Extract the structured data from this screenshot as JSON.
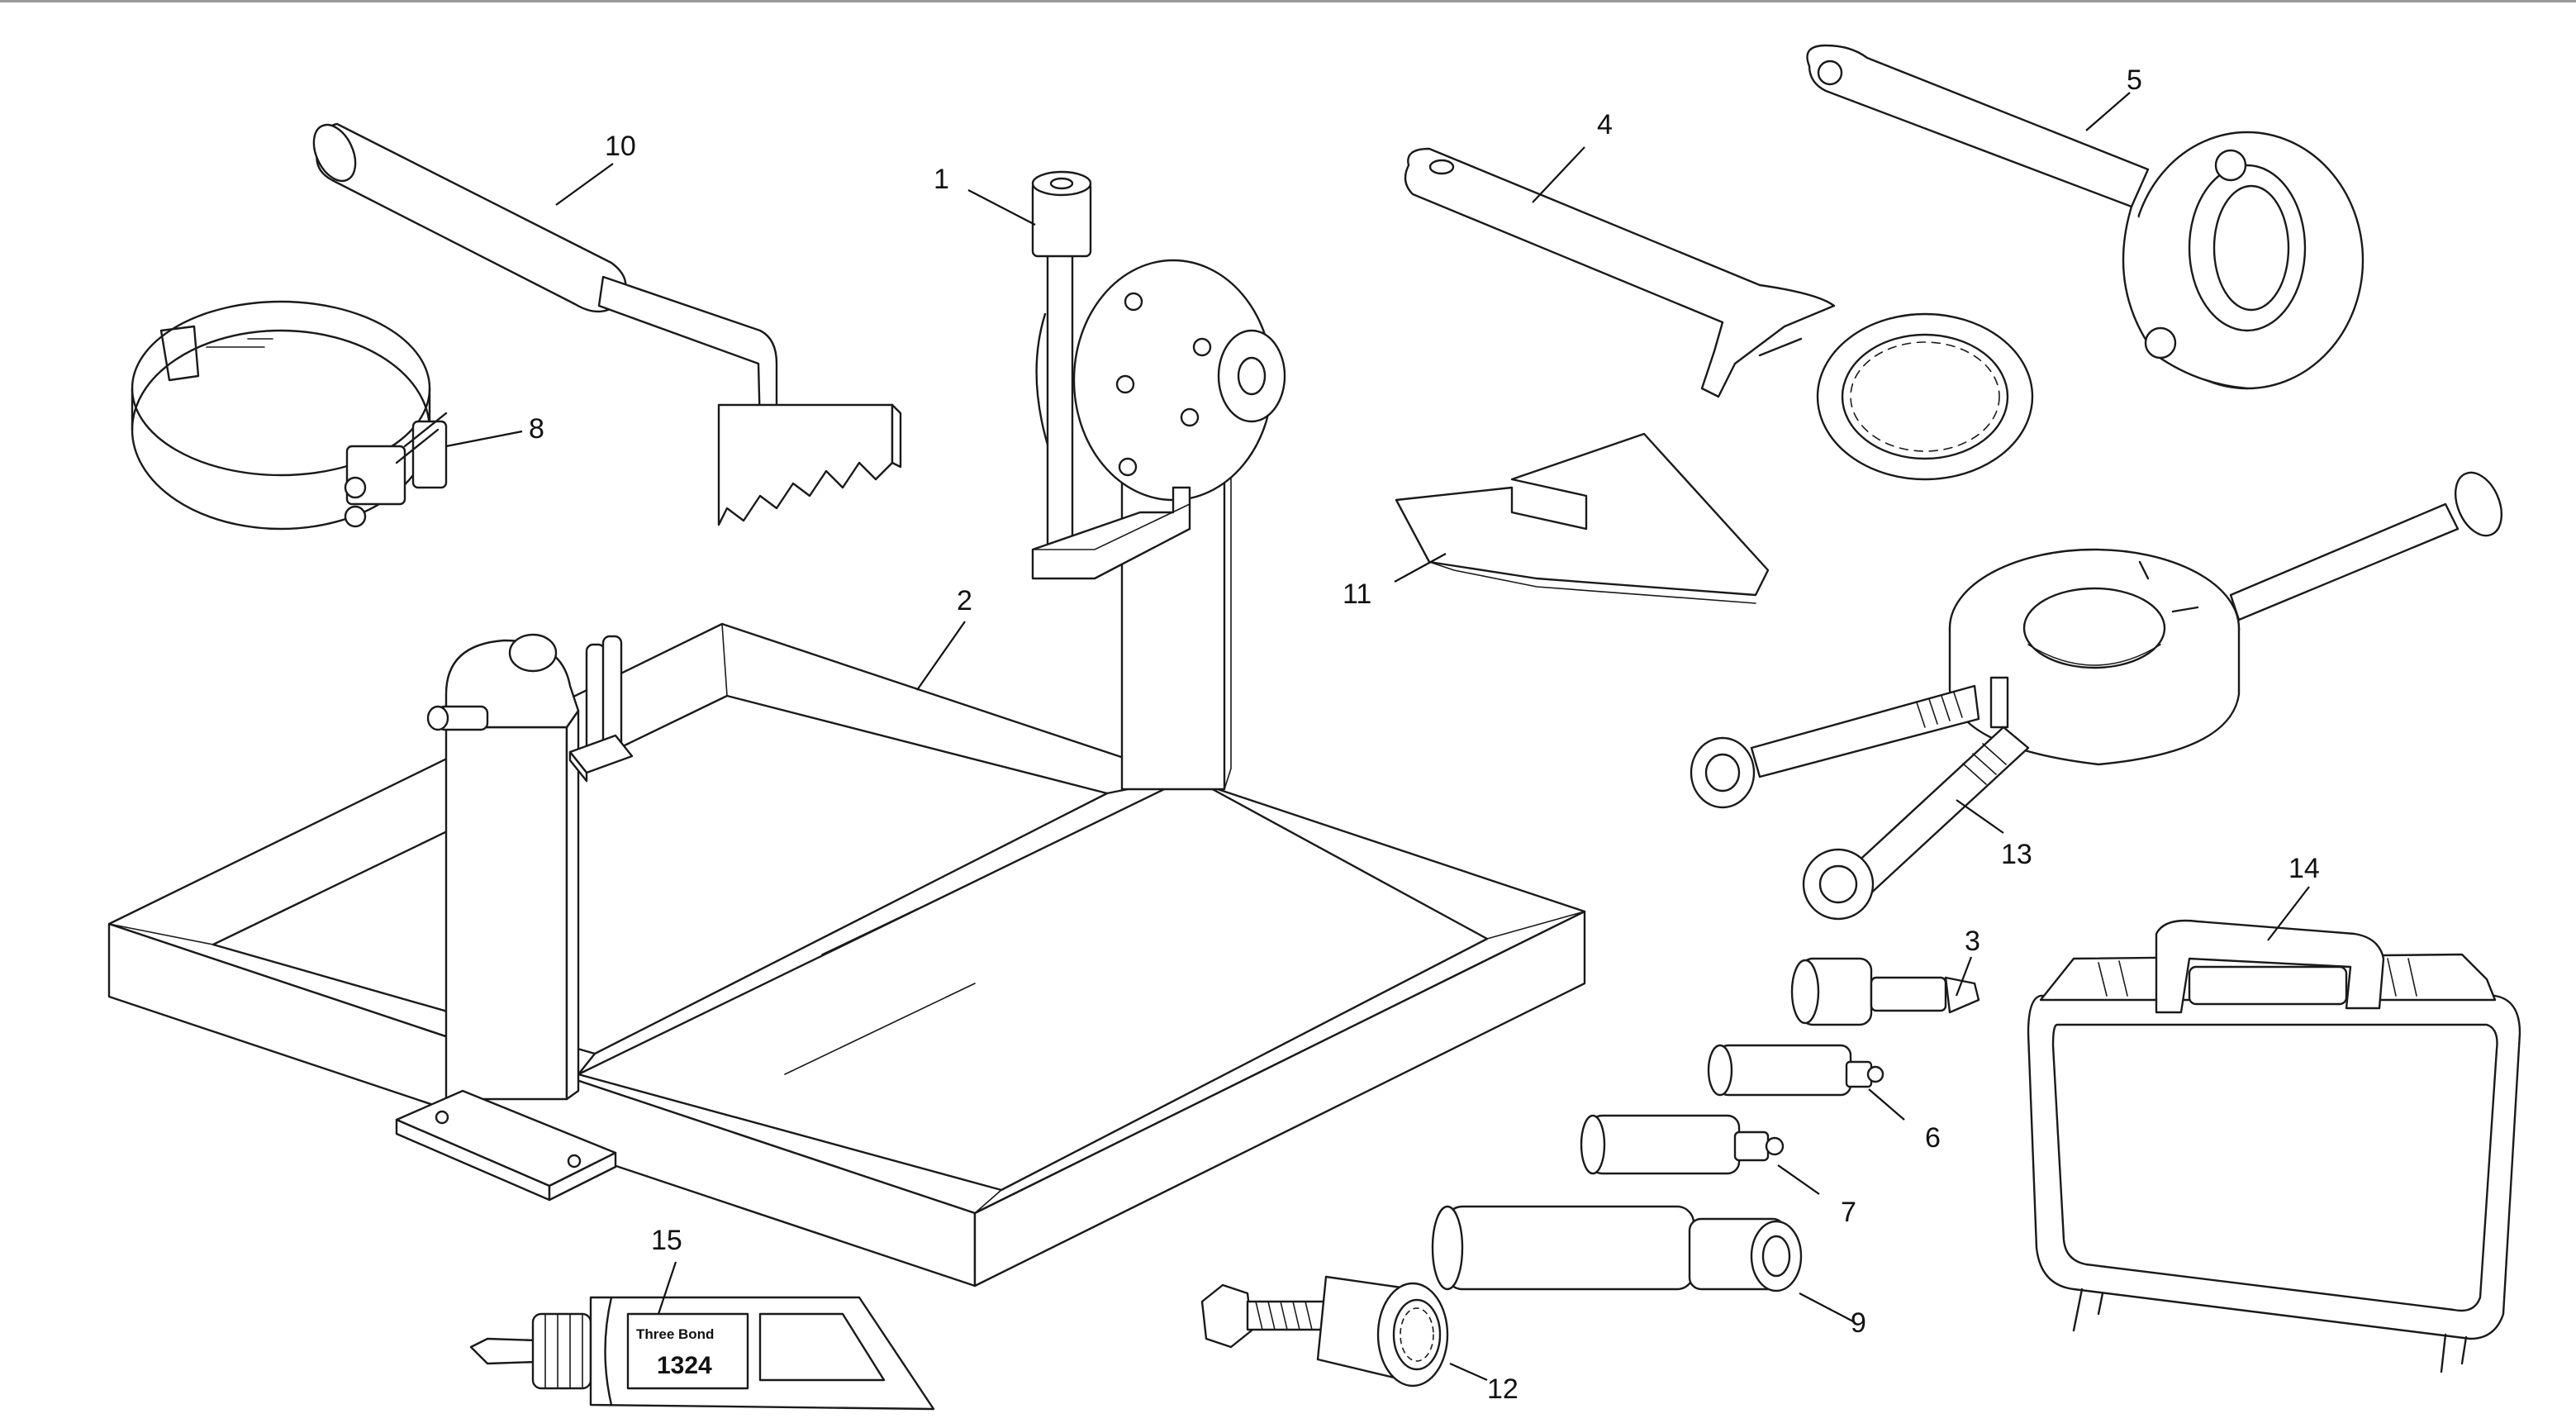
{
  "callouts": [
    {
      "id": "1",
      "label": "1"
    },
    {
      "id": "2",
      "label": "2"
    },
    {
      "id": "3",
      "label": "3"
    },
    {
      "id": "4",
      "label": "4"
    },
    {
      "id": "5",
      "label": "5"
    },
    {
      "id": "6",
      "label": "6"
    },
    {
      "id": "7",
      "label": "7"
    },
    {
      "id": "8",
      "label": "8"
    },
    {
      "id": "9",
      "label": "9"
    },
    {
      "id": "10",
      "label": "10"
    },
    {
      "id": "11",
      "label": "11"
    },
    {
      "id": "12",
      "label": "12"
    },
    {
      "id": "13",
      "label": "13"
    },
    {
      "id": "14",
      "label": "14"
    },
    {
      "id": "15",
      "label": "15"
    }
  ],
  "tube_label": {
    "brand": "Three Bond",
    "code": "1324"
  },
  "colors": {
    "line": "#1a1a1a",
    "background": "#ffffff"
  }
}
